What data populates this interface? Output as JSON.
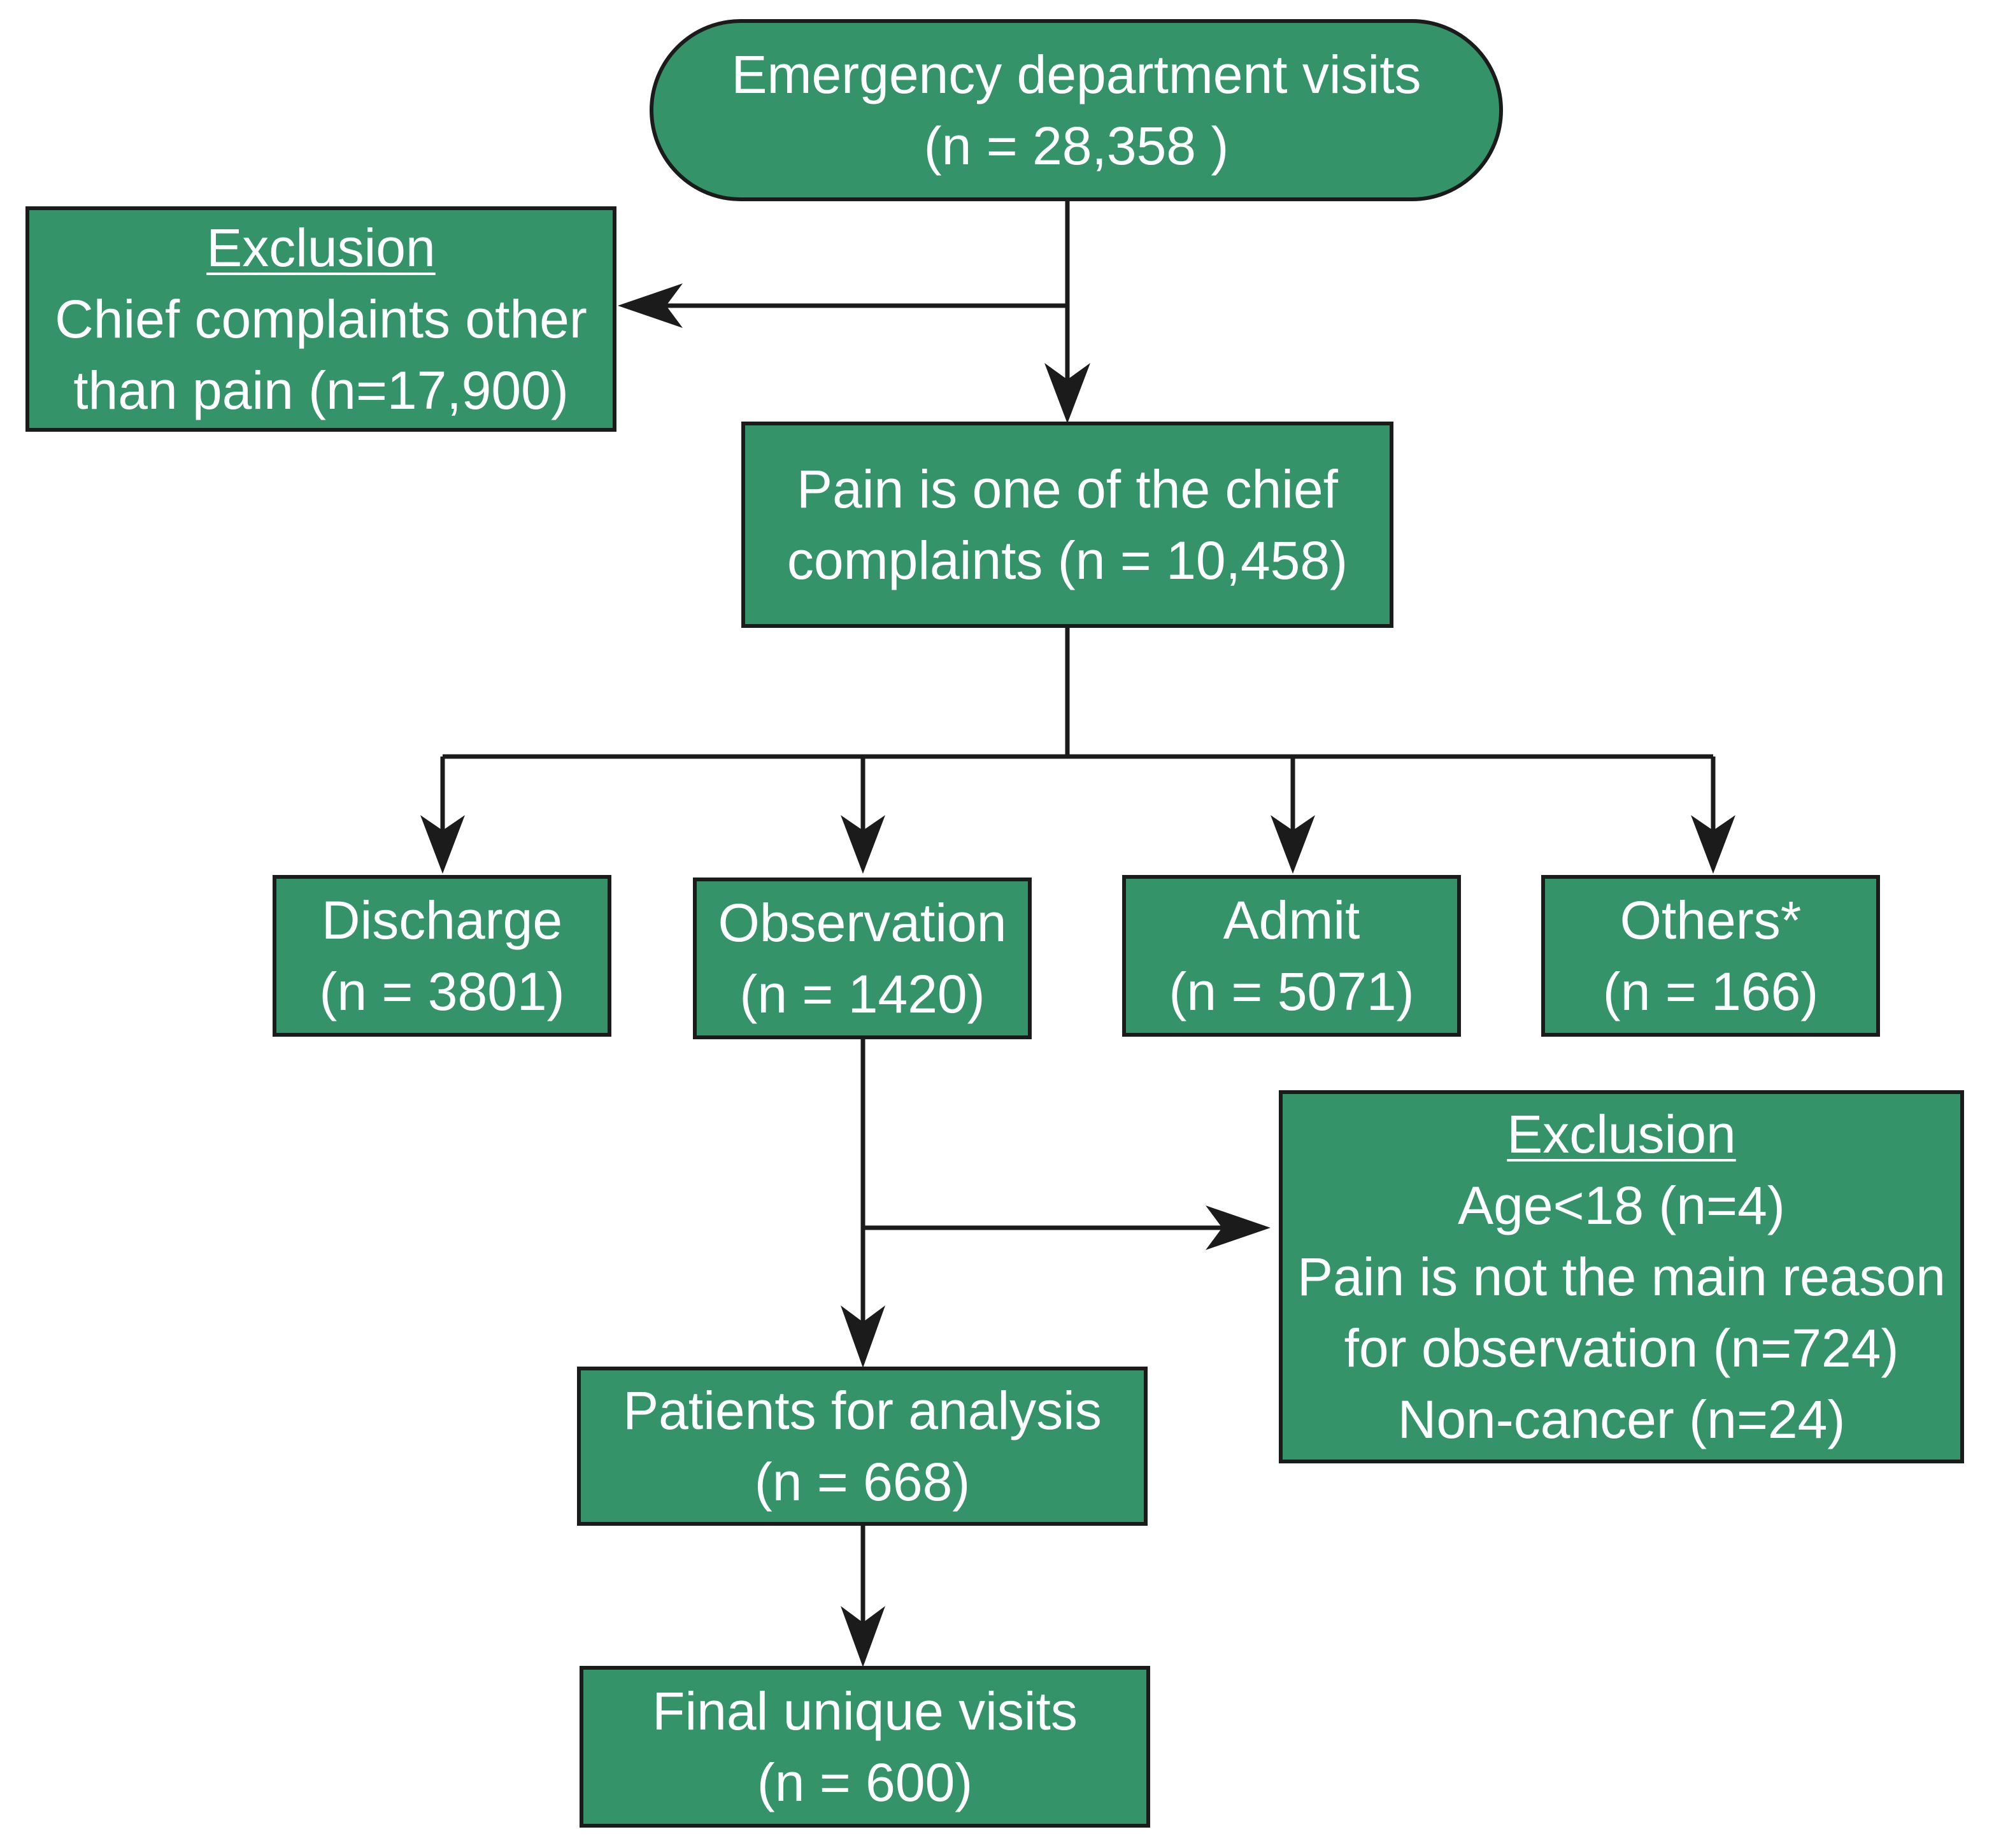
{
  "colors": {
    "box_fill": "#35936a",
    "stroke": "#1b1b1b",
    "text": "#ffffff",
    "background": "#ffffff"
  },
  "nodes": {
    "ed_visits": {
      "lines": [
        "Emergency department visits",
        "(n = 28,358 )"
      ]
    },
    "exclusion_top": {
      "header": "Exclusion",
      "lines": [
        "Chief complaints other",
        "than pain (n=17,900)"
      ]
    },
    "pain_chief": {
      "lines": [
        "Pain is one of the chief",
        "complaints (n = 10,458)"
      ]
    },
    "discharge": {
      "lines": [
        "Discharge",
        "(n = 3801)"
      ]
    },
    "observation": {
      "lines": [
        "Observation",
        "(n = 1420)"
      ]
    },
    "admit": {
      "lines": [
        "Admit",
        "(n = 5071)"
      ]
    },
    "others": {
      "lines": [
        "Others*",
        "(n = 166)"
      ]
    },
    "exclusion_obs": {
      "header": "Exclusion",
      "lines": [
        "Age<18 (n=4)",
        "Pain is not the main reason",
        "for observation (n=724)",
        "Non-cancer (n=24)"
      ]
    },
    "analysis": {
      "lines": [
        "Patients for analysis",
        "(n = 668)"
      ]
    },
    "final": {
      "lines": [
        "Final unique visits",
        "(n = 600)"
      ]
    }
  }
}
